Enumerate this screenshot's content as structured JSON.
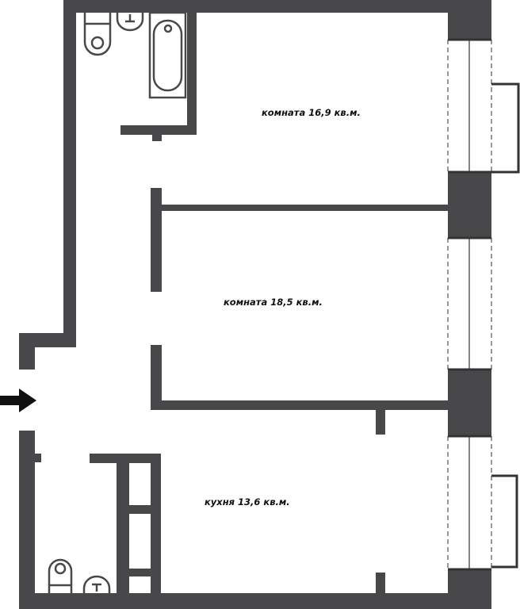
{
  "rooms": [
    {
      "name": "комната",
      "area": "16,9 кв.м.",
      "label": "комната 16,9 кв.м."
    },
    {
      "name": "комната",
      "area": "18,5 кв.м.",
      "label": "комната 18,5 кв.м."
    },
    {
      "name": "кухня",
      "area": "13,6 кв.м.",
      "label": "кухня 13,6 кв.м."
    }
  ],
  "icons": {
    "entrance": "arrow-right-icon"
  },
  "colors": {
    "wall": "#48484a",
    "background": "#ffffff"
  }
}
